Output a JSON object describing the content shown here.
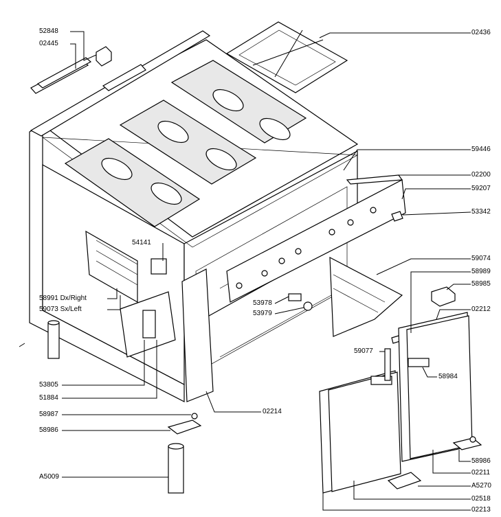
{
  "diagram": {
    "parts": {
      "p52848": "52848",
      "p02445": "02445",
      "p02436": "02436",
      "p59446": "59446",
      "p02200": "02200",
      "p59207": "59207",
      "p53342": "53342",
      "p54141": "54141",
      "p59074": "59074",
      "p58989": "58989",
      "p58985": "58985",
      "p58991": "58991 Dx/Right",
      "p59073": "59073 Sx/Left",
      "p53978": "53978",
      "p53979": "53979",
      "p02212": "02212",
      "p59077": "59077",
      "p58984": "58984",
      "p53805": "53805",
      "p51884": "51884",
      "p58987": "58987",
      "p02214": "02214",
      "p58986a": "58986",
      "p58986b": "58986",
      "p02211": "02211",
      "pA5009": "A5009",
      "pA5270": "A5270",
      "p02518": "02518",
      "p02213": "02213"
    }
  }
}
